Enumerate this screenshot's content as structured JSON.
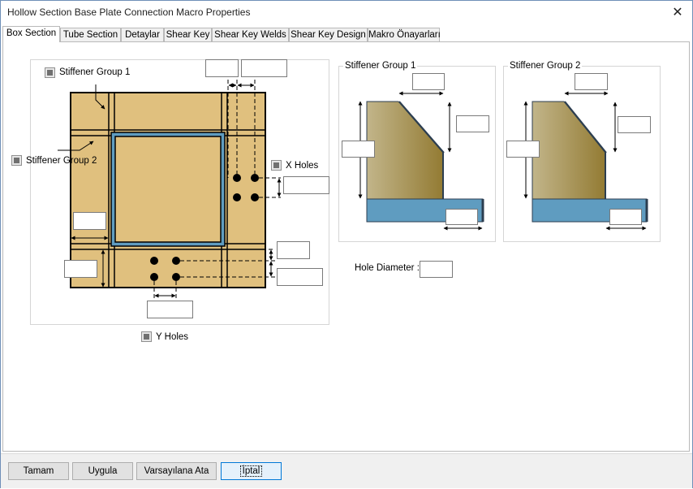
{
  "window": {
    "title": "Hollow Section Base Plate Connection Macro Properties"
  },
  "tabs": [
    {
      "label": "Box Section"
    },
    {
      "label": "Tube Section"
    },
    {
      "label": "Detaylar"
    },
    {
      "label": "Shear Key"
    },
    {
      "label": "Shear Key Welds"
    },
    {
      "label": "Shear Key Design"
    },
    {
      "label": "Makro Önayarları"
    }
  ],
  "box_section": {
    "stiffener_group_1_label": "Stiffener Group 1",
    "stiffener_group_2_label": "Stiffener Group 2",
    "x_holes_label": "X Holes",
    "y_holes_label": "Y Holes",
    "hole_diameter_label": "Hole Diameter :",
    "detail1_title": "Stiffener Group 1",
    "detail2_title": "Stiffener Group 2"
  },
  "colors": {
    "plate": "#e0c07e",
    "tube": "#5f9cc0",
    "stiffener_light": "#c2b58a",
    "stiffener_dark": "#937b33",
    "base": "#5f9cc0"
  },
  "footer": {
    "ok_label": "Tamam",
    "apply_label": "Uygula",
    "defaults_label": "Varsayılana Ata",
    "cancel_label": "İptal"
  }
}
